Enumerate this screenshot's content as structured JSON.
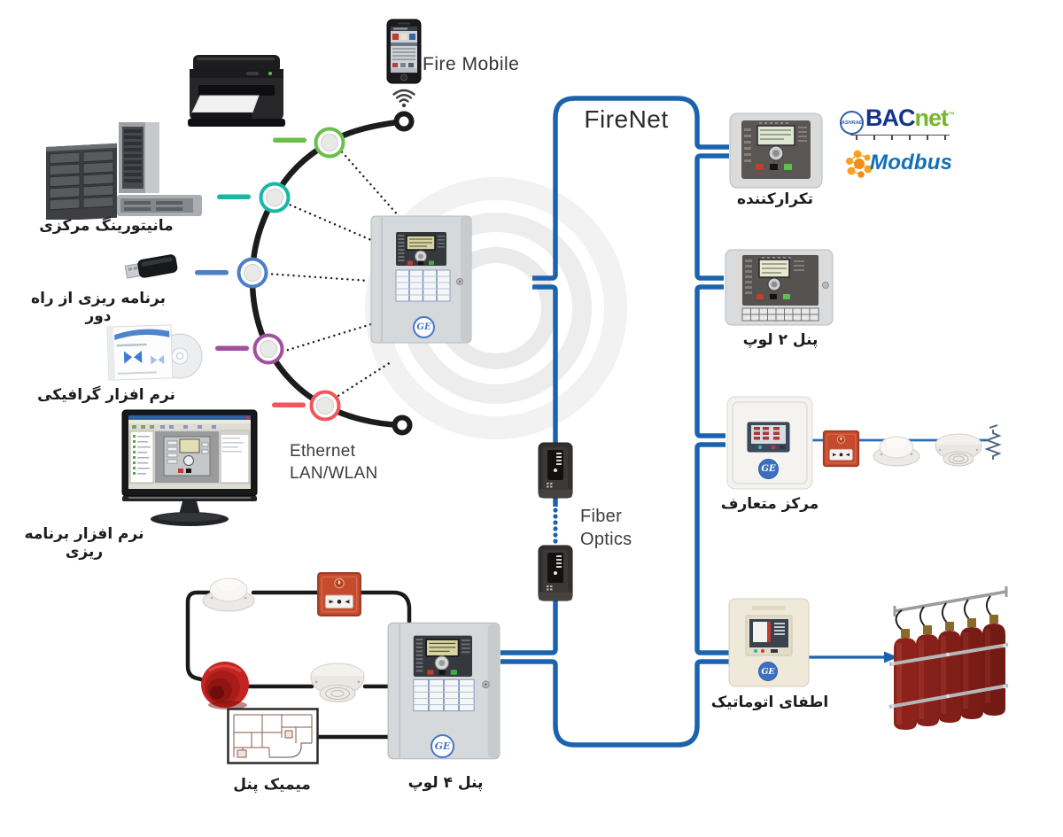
{
  "labels": {
    "fire_mobile": "Fire Mobile",
    "firenet": "FireNet",
    "fiber_line1": "Fiber",
    "fiber_line2": "Optics",
    "ethernet_line1": "Ethernet",
    "ethernet_line2": "LAN/WLAN",
    "monitoring": "مانیتورینگ مرکزی",
    "remote_programming": "برنامه ریزی از راه دور",
    "graphic_software": "نرم افزار گرافیکی",
    "programming_software": "نرم افزار برنامه ریزی",
    "repeater": "تکرارکننده",
    "panel_2_loop": "پنل ۲ لوپ",
    "conventional": "مرکز متعارف",
    "auto_extinguishing": "اطفای اتوماتیک",
    "panel_4_loop": "پنل ۴ لوپ",
    "mimic_panel": "میمیک پنل"
  },
  "logos": {
    "ge": "GE",
    "ashrae": "ASHRAE",
    "bacnet_bac": "BAC",
    "bacnet_net": "net",
    "bacnet_tm": "™",
    "modbus": "Modbus"
  },
  "colors": {
    "firenet_blue": "#1b63ae",
    "arc_black": "#1c1c1c",
    "node_green": "#6abf4b",
    "node_teal": "#16b8a5",
    "node_blue": "#4d7fc4",
    "node_purple": "#a0509f",
    "node_red": "#f2555a",
    "bacnet_blue": "#14348c",
    "bacnet_green": "#74b72c",
    "modbus_blue": "#1071b8",
    "modbus_orange": "#f6a21f",
    "cylinder_red": "#8c221a",
    "callpoint_red": "#c64a2e"
  }
}
